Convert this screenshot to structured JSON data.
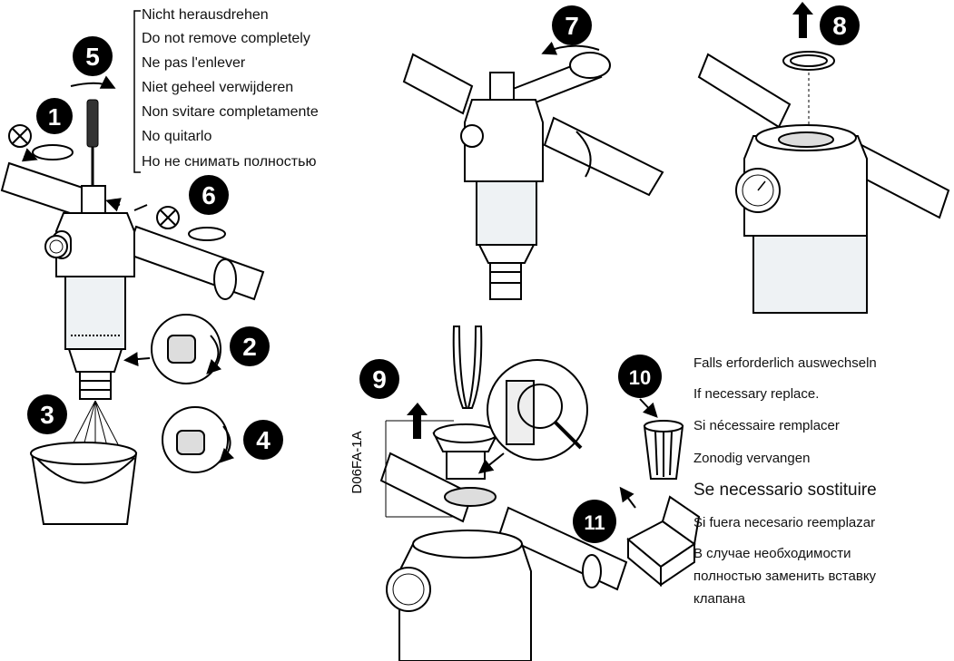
{
  "step_numbers": [
    "1",
    "2",
    "3",
    "4",
    "5",
    "6",
    "7",
    "8",
    "9",
    "10",
    "11"
  ],
  "warning_lines": [
    "Nicht herausdrehen",
    "Do not remove completely",
    "Ne pas l'enlever",
    "Niet geheel verwijderen",
    "Non svitare completamente",
    "No quitarlo",
    "Но не снимать полностью"
  ],
  "replace_lines": [
    "Falls erforderlich auswechseln",
    "If necessary replace.",
    "Si nécessaire remplacer",
    "Zonodig vervangen",
    "Se necessario sostituire",
    "Si fuera necesario reemplazar",
    "В случае необходимости",
    "полностью заменить вставку",
    "клапана"
  ],
  "part_code": "D06FA-1A",
  "colors": {
    "ink": "#000000",
    "paper": "#ffffff",
    "glass": "#eef2f4"
  },
  "icons": [
    "prohibited-icon",
    "rotate-arrow-icon",
    "up-arrow-icon",
    "screwdriver-icon",
    "wrench-icon",
    "pliers-icon",
    "magnifier-icon",
    "bucket-icon",
    "trash-bin-icon",
    "box-icon"
  ]
}
